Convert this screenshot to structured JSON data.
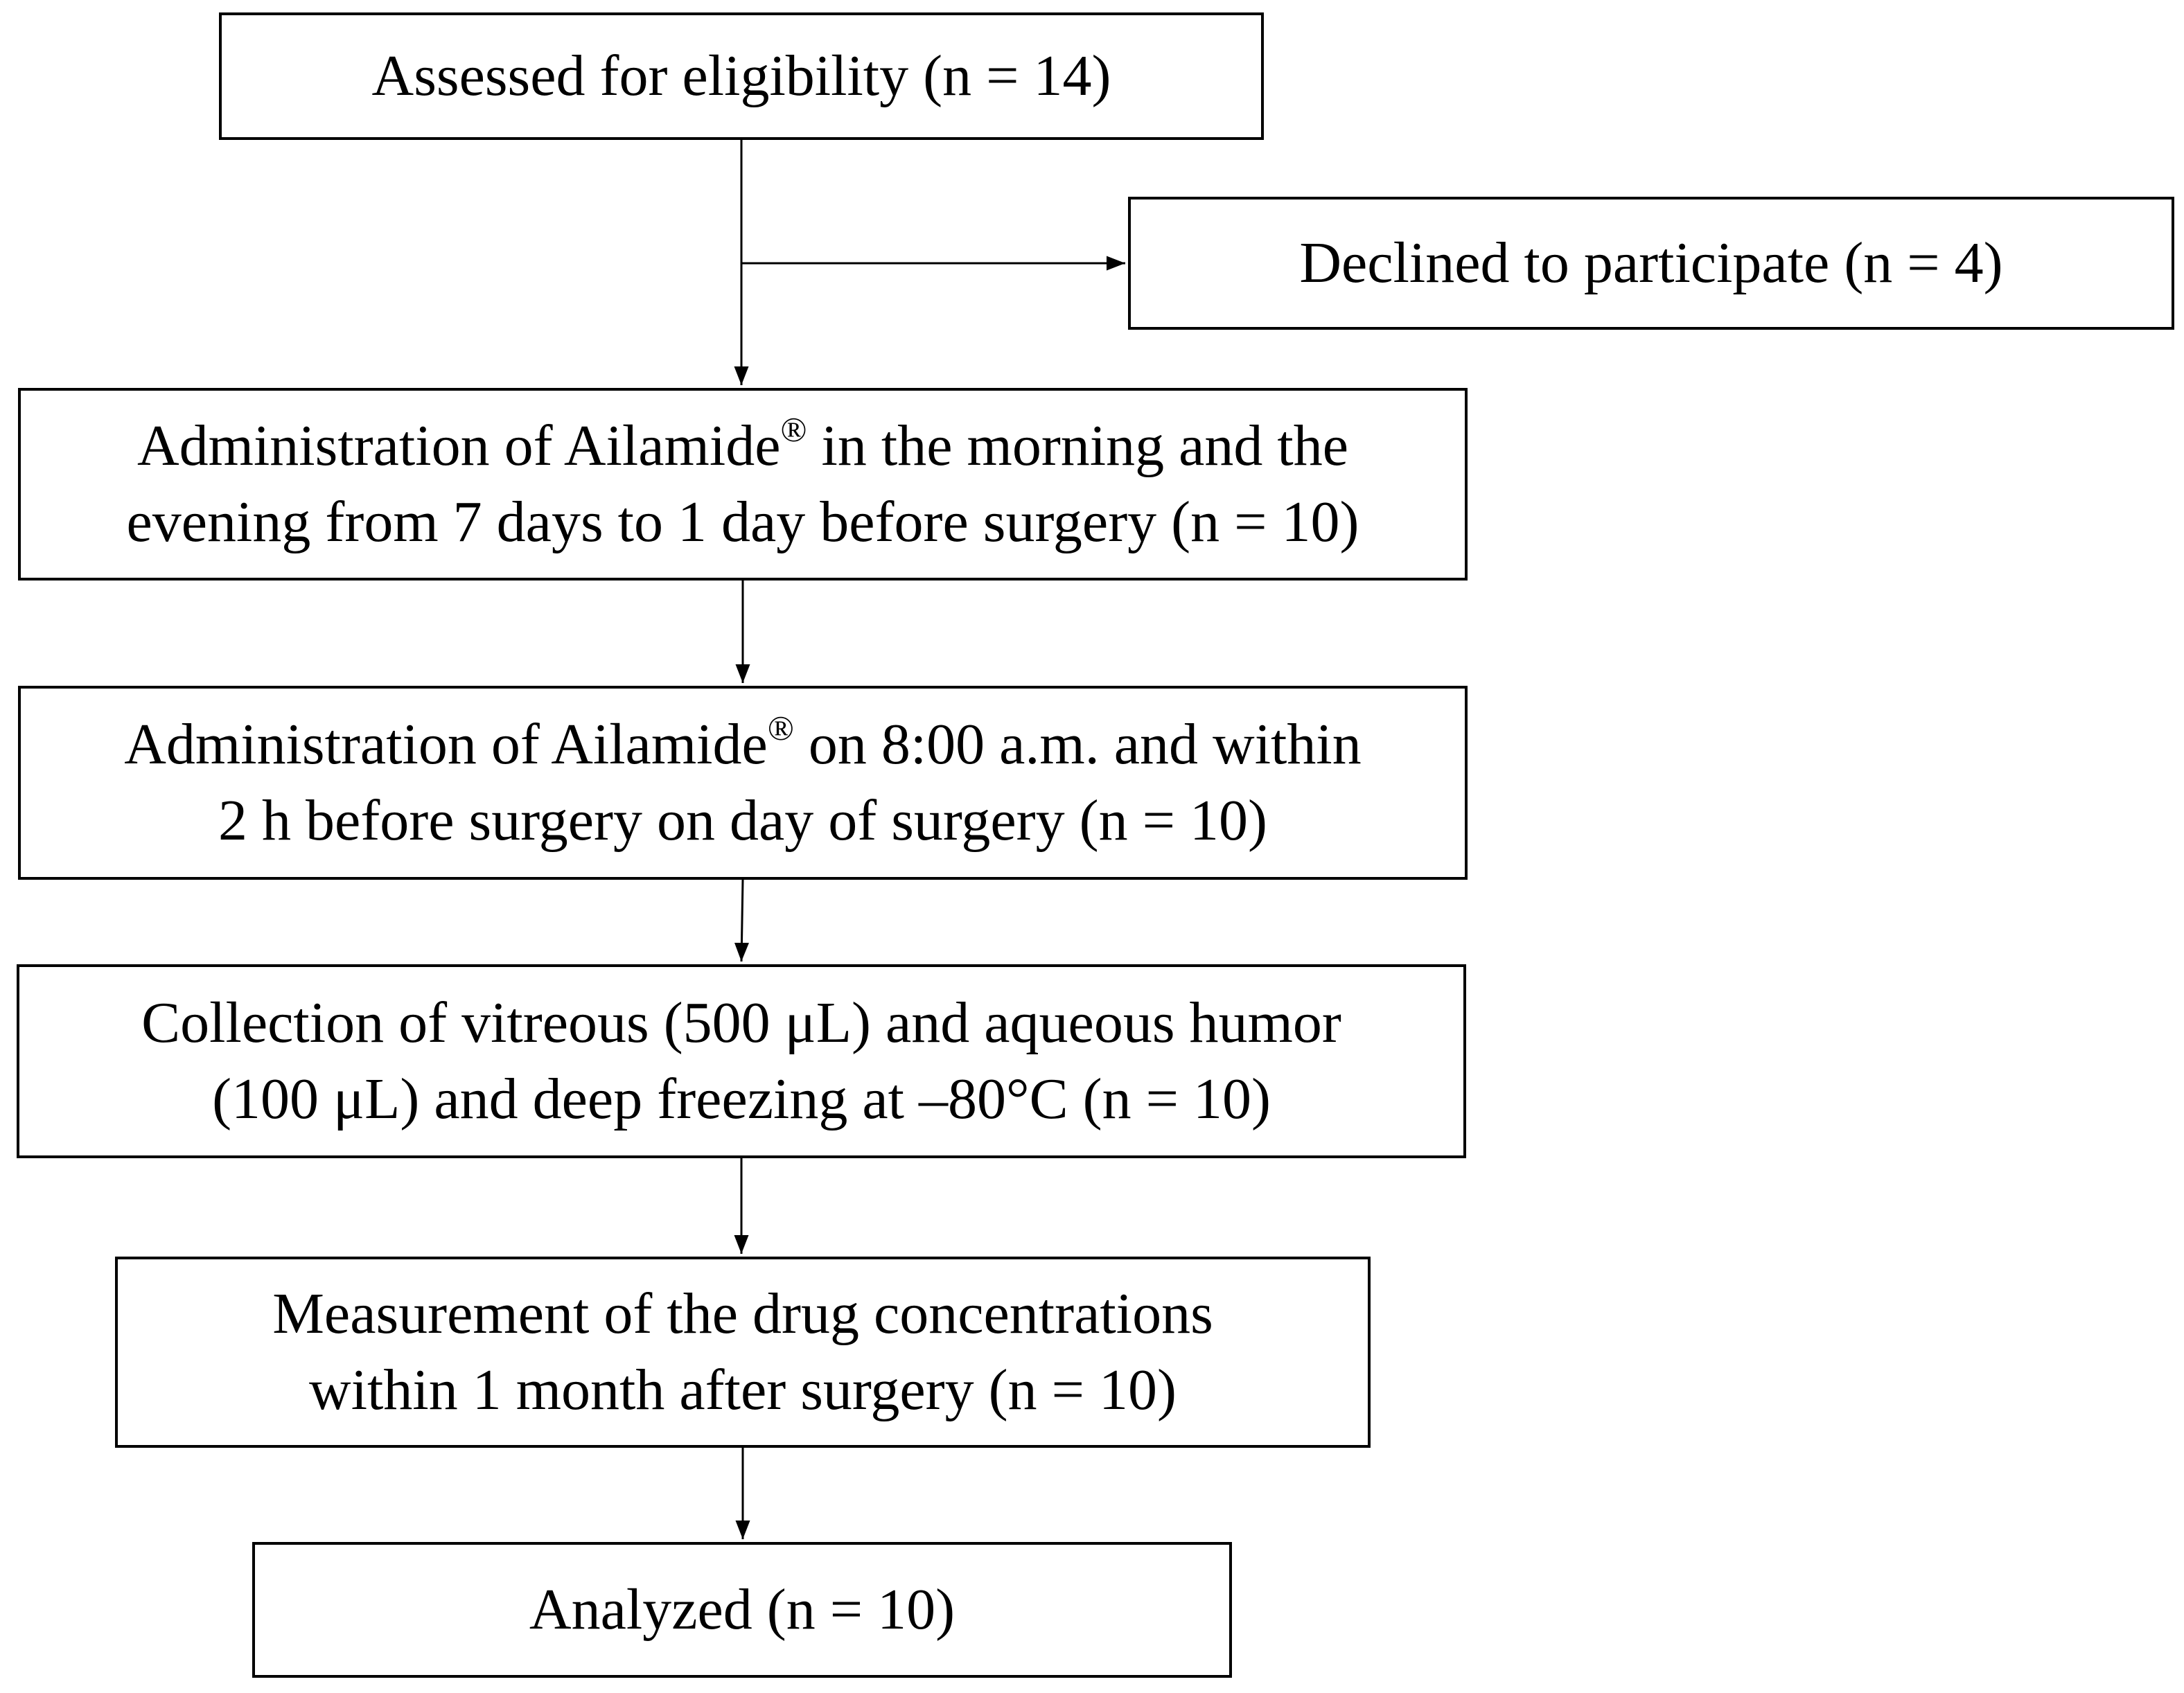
{
  "flowchart": {
    "eligibility": "Assessed for eligibility (n = 14)",
    "declined": "Declined to participate (n = 4)",
    "admin_pre": {
      "line1_pre": "Administration of Ailamide",
      "line1_sup": "®",
      "line1_post": " in the morning and the",
      "line2": "evening from 7 days to 1 day before surgery (n = 10)"
    },
    "admin_day": {
      "line1_pre": "Administration of Ailamide",
      "line1_sup": "®",
      "line1_post": " on 8:00 a.m. and within",
      "line2": "2 h before surgery on day of surgery (n = 10)"
    },
    "collection": {
      "line1": "Collection of vitreous (500 μL) and aqueous humor",
      "line2": "(100 μL) and deep freezing at –80°C (n = 10)"
    },
    "measurement": {
      "line1": "Measurement of the drug concentrations",
      "line2": "within 1 month after surgery (n = 10)"
    },
    "analyzed": "Analyzed (n = 10)"
  },
  "colors": {
    "stroke": "#000000",
    "background": "#ffffff"
  }
}
